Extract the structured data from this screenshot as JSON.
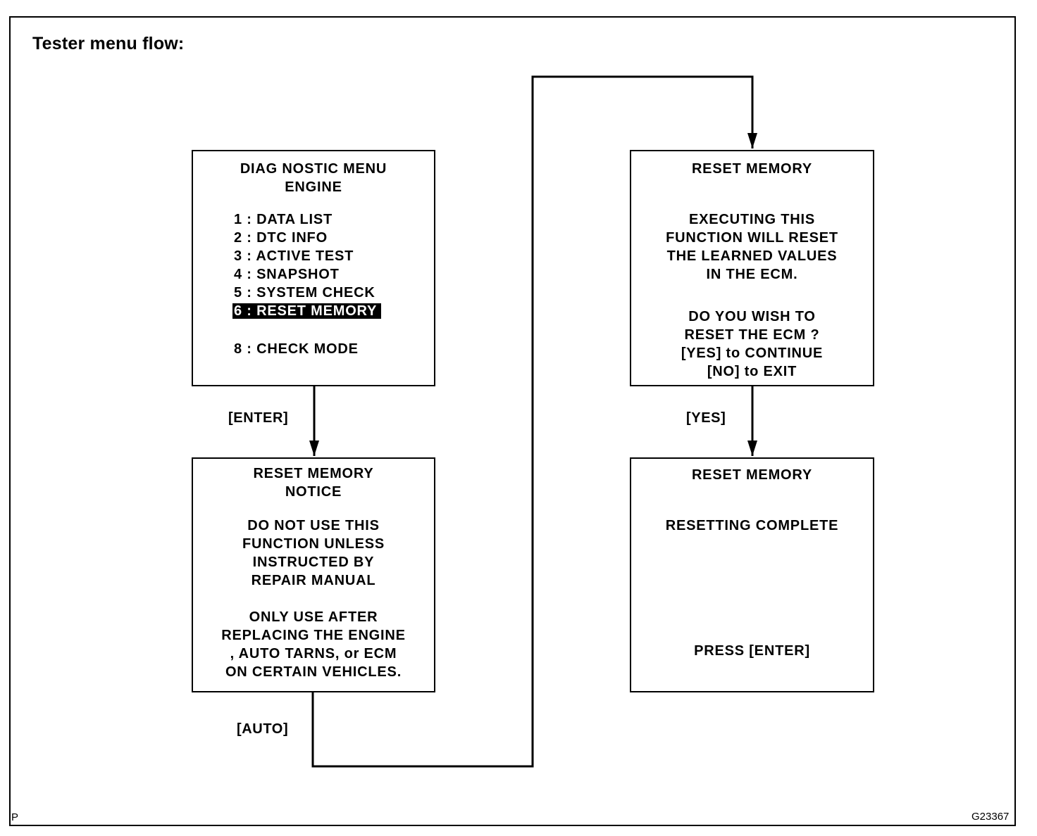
{
  "title": "Tester menu flow:",
  "box_menu": {
    "lines": [
      "DIAG NOSTIC MENU",
      "ENGINE"
    ],
    "items": [
      "1 : DATA LIST",
      "2 : DTC INFO",
      "3 : ACTIVE TEST",
      "4 : SNAPSHOT",
      "5 : SYSTEM CHECK",
      "6 : RESET MEMORY",
      "8 : CHECK MODE"
    ],
    "selected_item": "6 : RESET MEMORY"
  },
  "box_notice": {
    "lines": [
      "RESET MEMORY",
      "NOTICE",
      "DO NOT USE THIS",
      "FUNCTION UNLESS",
      "INSTRUCTED BY",
      "REPAIR MANUAL",
      "ONLY USE AFTER",
      "REPLACING THE ENGINE",
      ", AUTO TARNS, or ECM",
      "ON CERTAIN VEHICLES."
    ]
  },
  "box_confirm": {
    "lines": [
      "RESET MEMORY",
      "EXECUTING THIS",
      "FUNCTION WILL RESET",
      "THE LEARNED VALUES",
      "IN THE ECM.",
      "DO YOU WISH TO",
      "RESET THE ECM ?",
      "[YES] to CONTINUE",
      "[NO] to EXIT"
    ]
  },
  "box_complete": {
    "lines": [
      "RESET MEMORY",
      "RESETTING COMPLETE",
      "PRESS [ENTER]"
    ]
  },
  "labels": {
    "enter": "[ENTER]",
    "auto": "[AUTO]",
    "yes": "[YES]"
  },
  "footer": {
    "left_mark": "P",
    "figure_code": "G23367"
  }
}
